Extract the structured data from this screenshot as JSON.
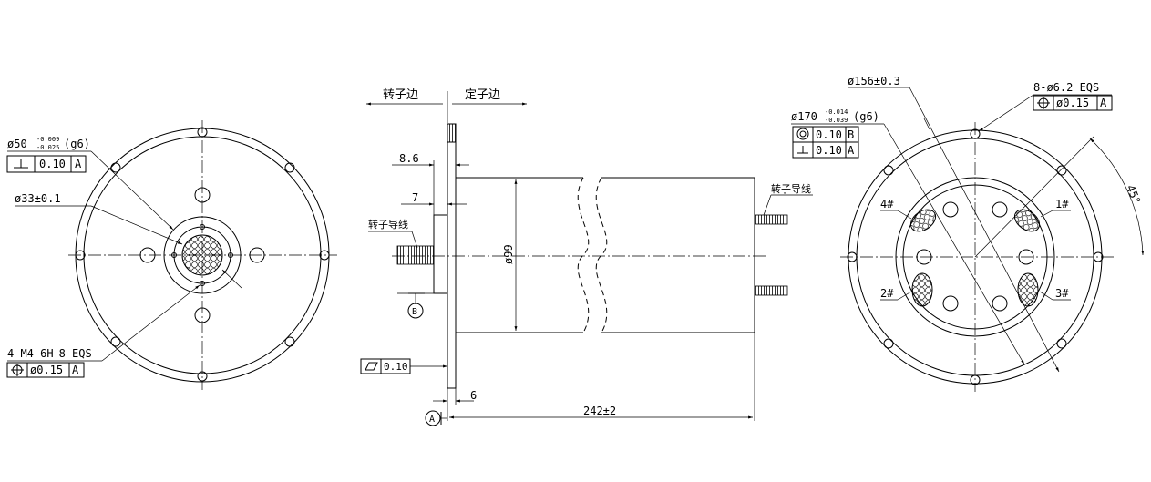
{
  "left_view": {
    "shaft_dia": "ø50",
    "shaft_tol_upper": "-0.009",
    "shaft_tol_lower": "-0.025",
    "shaft_fit": "(g6)",
    "perp_value": "0.10",
    "perp_datum": "A",
    "bore_dia": "ø33±0.1",
    "thread": "4-M4  6H",
    "thread_depth": "8  EQS",
    "pos_value": "ø0.15",
    "pos_datum": "A"
  },
  "side_view": {
    "rotor_side": "转子边",
    "stator_side": "定子边",
    "dim_8_6": "8.6",
    "dim_7": "7",
    "rotor_lead_label": "转子导线",
    "rotor_lead_label_right": "转子导线",
    "body_dia": "ø99",
    "datum_b": "B",
    "datum_a": "A",
    "flatness_value": "0.10",
    "dim_6": "6",
    "length": "242±2"
  },
  "right_view": {
    "dia_156": "ø156±0.3",
    "holes": "8-ø6.2  EQS",
    "holes_pos_value": "ø0.15",
    "holes_pos_datum": "A",
    "dia_170": "ø170",
    "dia_170_tol_upper": "-0.014",
    "dia_170_tol_lower": "-0.039",
    "dia_170_fit": "(g6)",
    "conc_value": "0.10",
    "conc_datum": "B",
    "perp_value": "0.10",
    "perp_datum": "A",
    "angle": "45°",
    "port_labels": [
      "1#",
      "2#",
      "3#",
      "4#"
    ]
  }
}
